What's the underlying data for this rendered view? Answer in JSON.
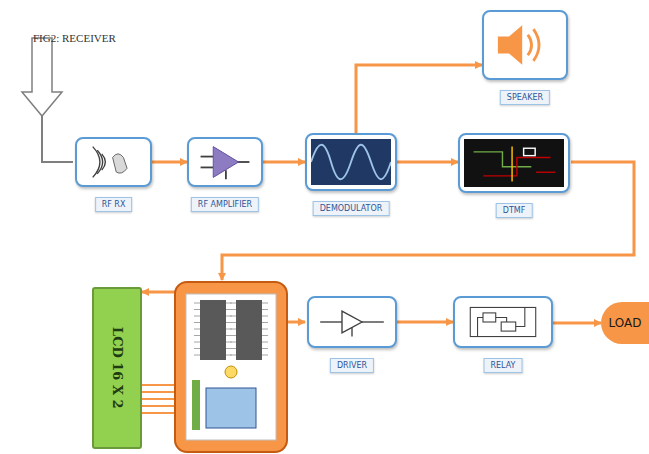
{
  "diagram": {
    "title": "FIG2: RECEIVER",
    "nodes": [
      {
        "text": [
          "RF RX"
        ]
      },
      {
        "text": [
          "RF AMPLIFIER"
        ]
      },
      {
        "text": [
          "DEMODULATOR"
        ]
      },
      {
        "text": [
          "SPEAKER"
        ]
      },
      {
        "text": [
          "DTMF"
        ]
      },
      {
        "text": [
          "LCD 16 X 2"
        ]
      },
      {
        "text": [
          "DRIVER"
        ]
      },
      {
        "text": [
          "RELAY"
        ]
      },
      {
        "text": [
          "LOAD"
        ]
      }
    ],
    "edges": [
      {
        "from": 0,
        "to": 1,
        "arrow": "to"
      },
      {
        "from": 1,
        "to": 2,
        "arrow": "to"
      },
      {
        "from": 2,
        "to": 3,
        "arrow": "to"
      },
      {
        "from": 2,
        "to": 4,
        "arrow": "to"
      },
      {
        "from": 6,
        "to": 7,
        "arrow": "to"
      },
      {
        "from": 7,
        "to": 8,
        "arrow": "to"
      }
    ]
  }
}
